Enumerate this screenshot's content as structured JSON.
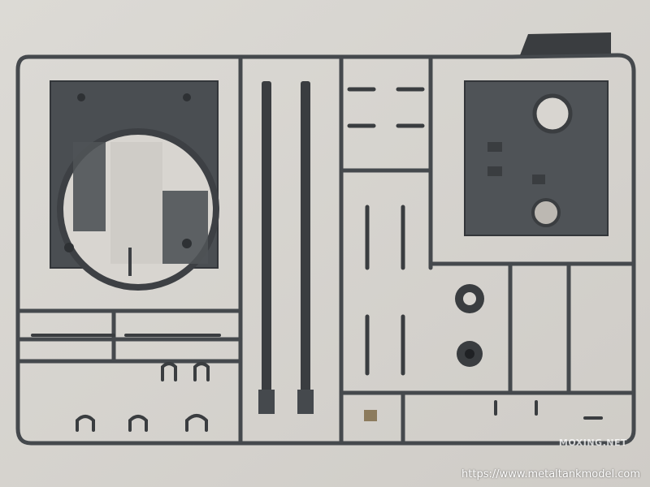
{
  "photo": {
    "subject": "plastic model kit sprue with grey parts",
    "watermark_text": "MOXING.NET",
    "watermark_url": "https://www.metaltankmodel.com"
  },
  "colors": {
    "background": "#d8d5d0",
    "plastic_dark": "#3a3d40",
    "plastic_mid": "#4f5357",
    "plastic_light": "#6a6e72"
  }
}
